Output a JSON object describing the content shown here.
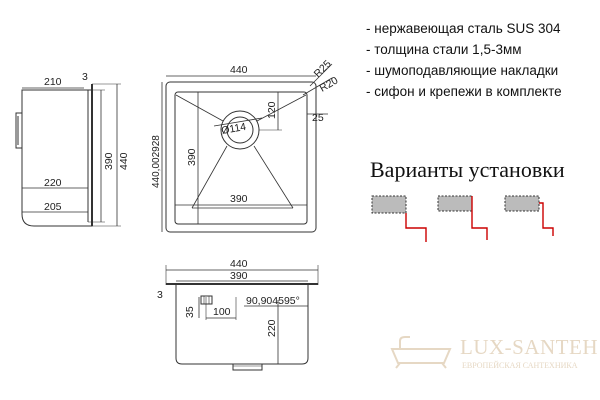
{
  "features": [
    "- нержавеющая сталь SUS 304",
    "- толщина стали 1,5-3мм",
    "- шумоподавляющие накладки",
    "- сифон и крепежи в комплекте"
  ],
  "variants_title": "Варианты установки",
  "side_view": {
    "dims": [
      "210",
      "3",
      "390",
      "440",
      "220",
      "205"
    ]
  },
  "top_view": {
    "dims": [
      "440",
      "R25",
      "R20",
      "120",
      "25",
      "Ø114",
      "440,002928",
      "390",
      "390"
    ]
  },
  "section_view": {
    "dims": [
      "440",
      "390",
      "3",
      "35",
      "100",
      "90,904595°",
      "220"
    ]
  },
  "logo": {
    "name": "LUX-SANTEH",
    "subtitle": "ЕВРОПЕЙСКАЯ САНТЕХНИКА",
    "color": "#e6d8c4"
  },
  "colors": {
    "line": "#333333",
    "accent": "#cc0000"
  }
}
